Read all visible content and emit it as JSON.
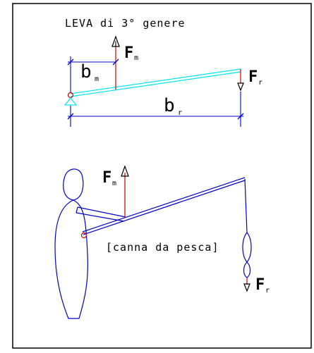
{
  "title": "LEVA di 3° genere",
  "lever": {
    "labels": {
      "force_motive": "F",
      "force_motive_sub": "m",
      "force_resistant": "F",
      "force_resistant_sub": "r",
      "arm_motive": "b",
      "arm_motive_sub": "m",
      "arm_resistant": "b",
      "arm_resistant_sub": "r"
    }
  },
  "fishing": {
    "caption": "[canna da pesca]",
    "labels": {
      "force_motive": "F",
      "force_motive_sub": "m",
      "force_resistant": "F",
      "force_resistant_sub": "r"
    }
  },
  "colors": {
    "frame": "#000000",
    "lever_bar": "#00e5ee",
    "dimension": "#0000cc",
    "force_line": "#cc0000",
    "text": "#000000",
    "person": "#0000cc",
    "pivot": "#cc0000"
  }
}
